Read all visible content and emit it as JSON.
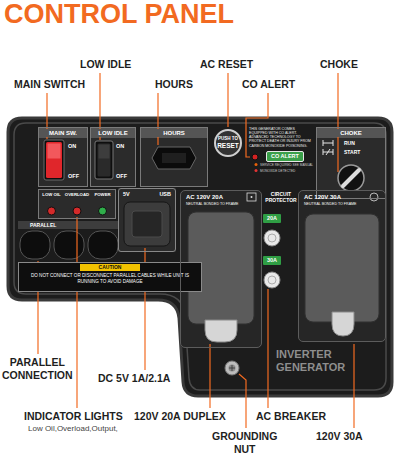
{
  "diagram": {
    "title": "CONTROL PANEL",
    "nodes": [
      {
        "text": [
          "MAIN SW.",
          "ON",
          "OFF"
        ]
      },
      {
        "text": [
          "LOW IDLE",
          "ON",
          "OFF"
        ]
      },
      {
        "text": [
          "HOURS"
        ]
      },
      {
        "text": [
          "PUSH TO",
          "RESET"
        ]
      },
      {
        "text": [
          "CO ALERT"
        ]
      },
      {
        "text": [
          "CHOKE",
          "RUN",
          "START"
        ]
      },
      {
        "text": [
          "LOW OIL",
          "OVERLOAD",
          "POWER"
        ]
      },
      {
        "text": [
          "5V",
          "USB"
        ]
      },
      {
        "text": [
          "CAUTION",
          "DO NOT CONNECT OR DISCONNECT PARALLEL CABLES WHILE UNIT IS RUNNING TO AVOID DAMAGE"
        ]
      },
      {
        "text": [
          "AC 120V 20A",
          "NEUTRAL BONDED TO FRAME"
        ]
      },
      {
        "text": [
          "20A"
        ]
      },
      {
        "text": [
          "30A"
        ]
      },
      {
        "text": [
          "AC 120V 30A",
          "NEUTRAL BONDED TO FRAME"
        ]
      }
    ],
    "labels": [
      "MAIN SWITCH",
      "LOW IDLE",
      "HOURS",
      "AC RESET",
      "CO ALERT",
      "CHOKE",
      "THIS GENERATOR COMES EQUIPPED WITH CO ALERT. ADVANCED TECHNOLOGY TO PROTECT DEATH OR INJURY FROM CARBON MONOXIDE POISONING.",
      "SERVICE REQUIRED SEE MANUAL",
      "MONOXIDE DETECTED",
      "PARALLEL",
      "CIRCUIT PROTECTOR",
      "INVERTER GENERATOR",
      "PARALLEL CONNECTION",
      "DC 5V 1A/2.1A",
      "INDICATOR LIGHTS",
      "Low Oil,Overload,Output,",
      "120V 20A DUPLEX",
      "GROUNDING NUT",
      "AC BREAKER",
      "120V 30A"
    ]
  }
}
